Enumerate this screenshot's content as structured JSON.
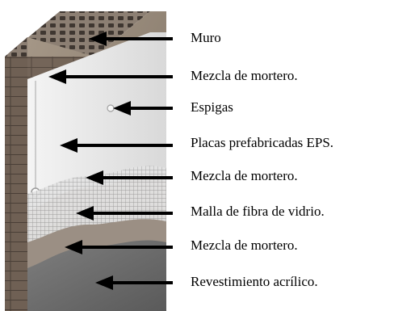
{
  "labels": [
    {
      "text": "Muro"
    },
    {
      "text": "Mezcla de mortero."
    },
    {
      "text": "Espigas"
    },
    {
      "text": "Placas prefabricadas EPS."
    },
    {
      "text": "Mezcla de mortero."
    },
    {
      "text": "Malla de fibra de vidrio."
    },
    {
      "text": "Mezcla de mortero."
    },
    {
      "text": "Revestimiento acrílico."
    }
  ],
  "colors": {
    "background": "#ffffff",
    "arrow": "#000000",
    "text": "#000000",
    "brick": "#7a6a5c",
    "mortar": "#9a8c7e",
    "eps_board": "#eeeeee",
    "mesh": "#d8d8d8",
    "finish": "#6e6e6e"
  }
}
